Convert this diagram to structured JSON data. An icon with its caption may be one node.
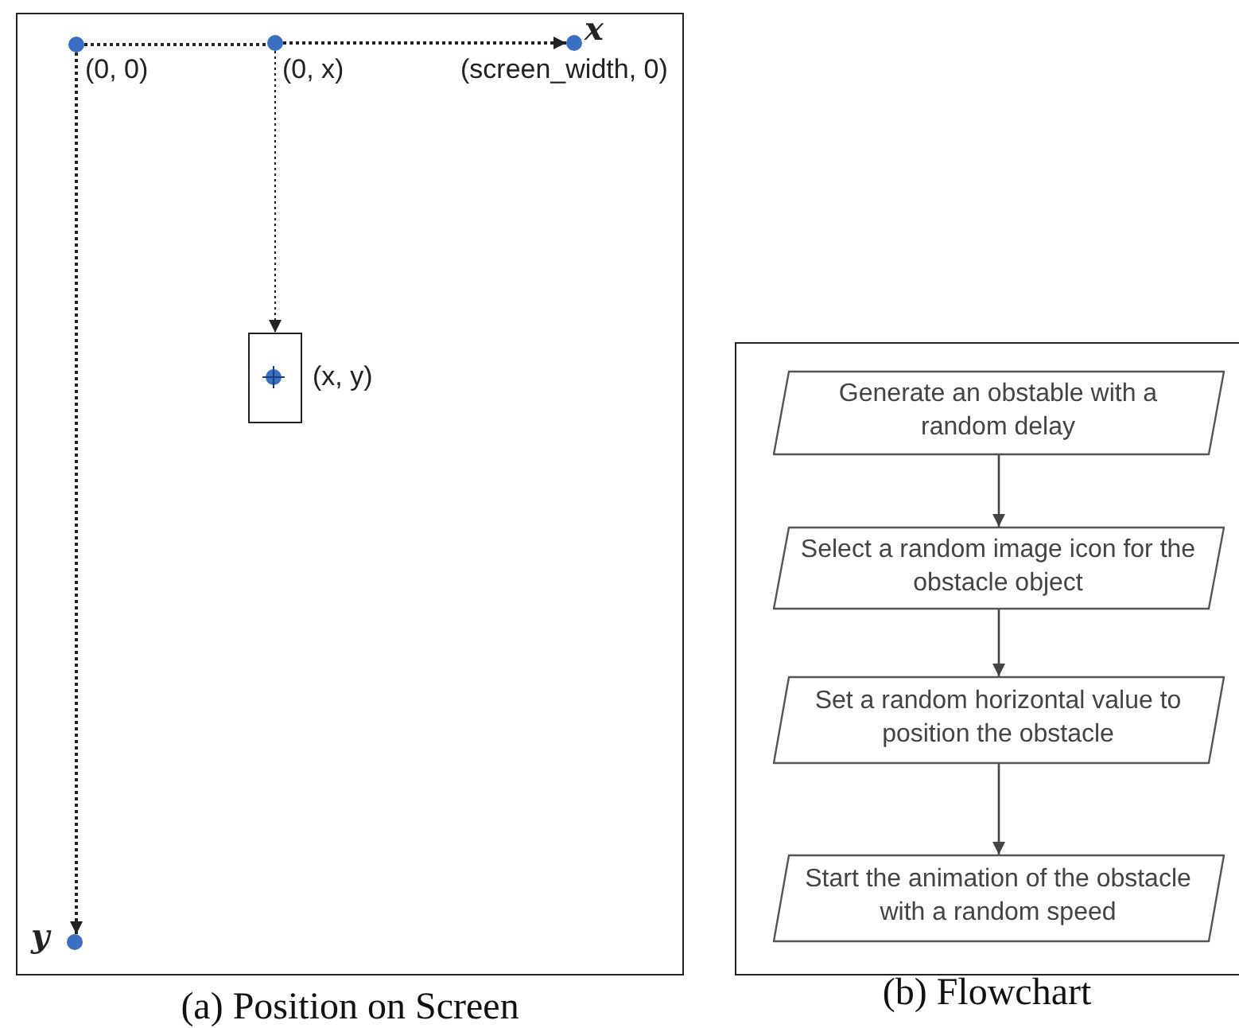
{
  "diagram": {
    "nodes": [
      {
        "text": [
          "(a) Position on Screen"
        ]
      },
      {
        "text": [],
        "shape": "circle",
        "in": 0,
        "beside": [
          "(0, 0)"
        ]
      },
      {
        "text": [],
        "shape": "circle",
        "in": 0,
        "beside": [
          "(0, x)"
        ]
      },
      {
        "text": [],
        "shape": "circle",
        "in": 0,
        "beside": [
          "x",
          "(screen_width, 0)"
        ]
      },
      {
        "text": [],
        "shape": "circle",
        "in": 0,
        "beside": [
          "y"
        ]
      },
      {
        "text": [],
        "shape": "box",
        "in": 0,
        "beside": [
          "(x, y)"
        ]
      },
      {
        "text": [
          "(b) Flowchart"
        ]
      },
      {
        "text": [
          "Generate an obstable with a random delay"
        ],
        "in": 6
      },
      {
        "text": [
          "Select a random image icon for the obstacle object"
        ],
        "in": 6
      },
      {
        "text": [
          "Set a random horizontal value to position the obstacle"
        ],
        "in": 6
      },
      {
        "text": [
          "Start the animation of the obstacle with a random speed"
        ],
        "in": 6
      }
    ],
    "edges": [
      {
        "from": 1,
        "to": 2,
        "arrow": "none",
        "style": "dashed"
      },
      {
        "from": 2,
        "to": 3,
        "arrow": "to",
        "style": "dashed"
      },
      {
        "from": 1,
        "to": 4,
        "arrow": "to",
        "style": "dashed"
      },
      {
        "from": 2,
        "to": 5,
        "arrow": "to",
        "style": "dashed"
      },
      {
        "from": 7,
        "to": 8,
        "arrow": "to"
      },
      {
        "from": 8,
        "to": 9,
        "arrow": "to"
      },
      {
        "from": 9,
        "to": 10,
        "arrow": "to"
      }
    ]
  }
}
